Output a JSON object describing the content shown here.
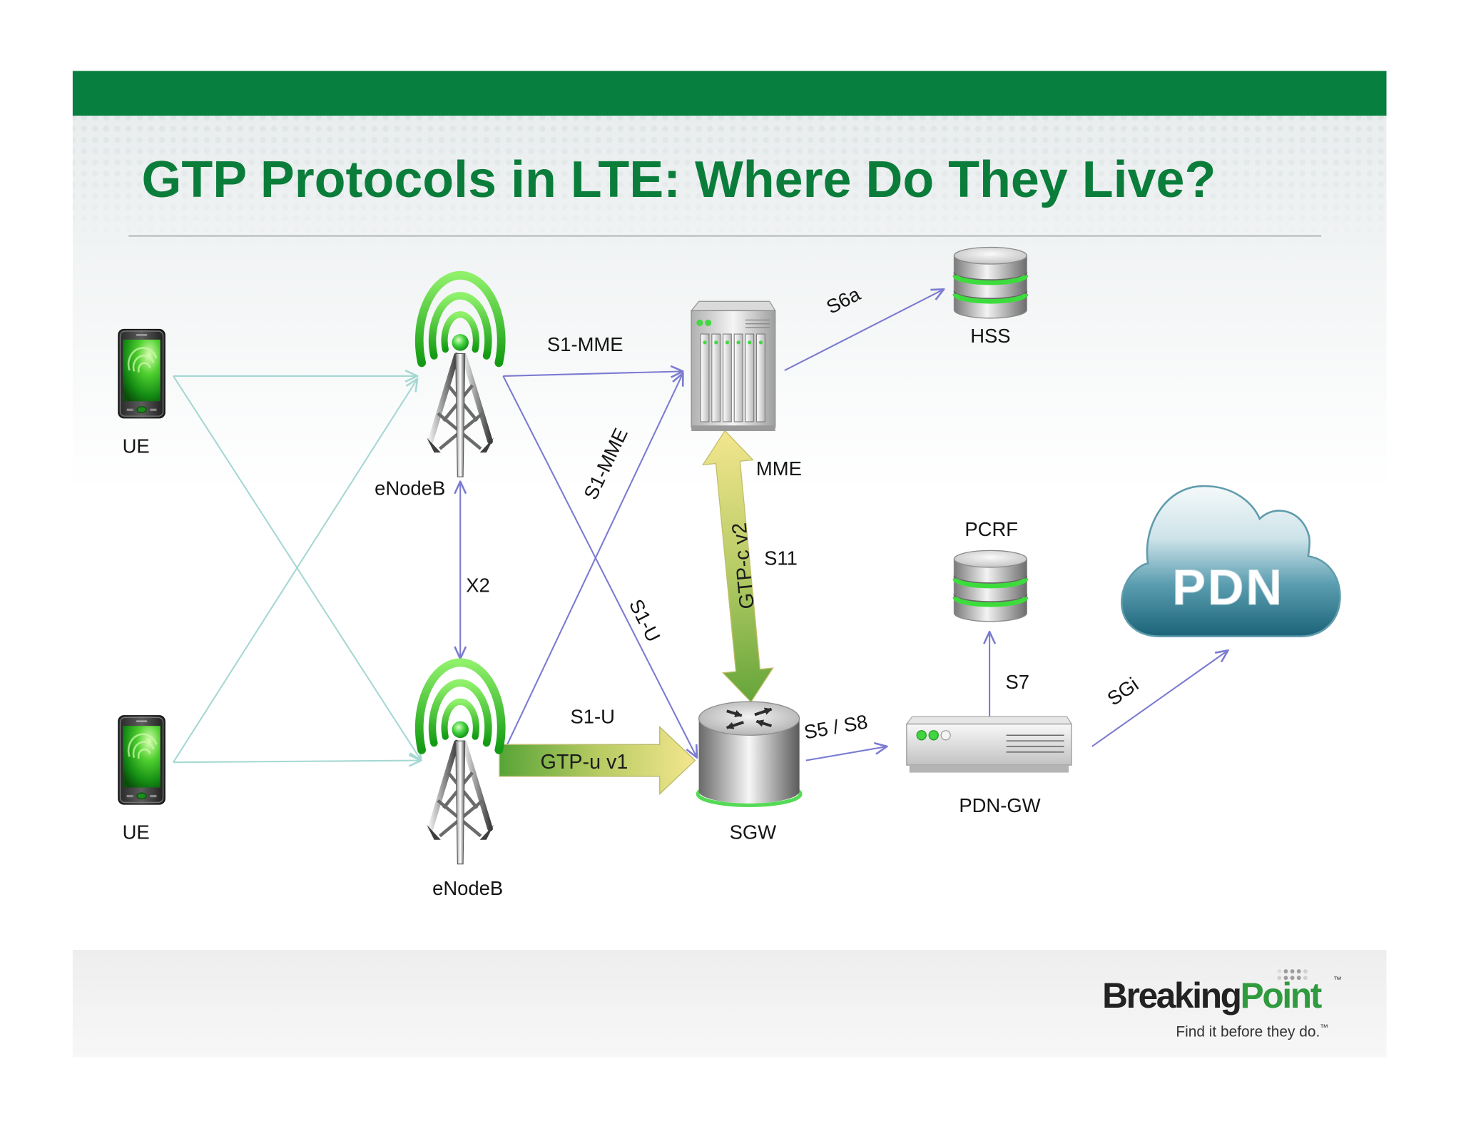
{
  "slide": {
    "title": "GTP Protocols in LTE: Where Do They Live?"
  },
  "nodes": {
    "ue_top": "UE",
    "ue_bottom": "UE",
    "enodeb_top": "eNodeB",
    "enodeb_bottom": "eNodeB",
    "mme": "MME",
    "hss": "HSS",
    "pcrf": "PCRF",
    "sgw": "SGW",
    "pdn_gw": "PDN-GW",
    "pdn": "PDN"
  },
  "interfaces": {
    "s1_mme_top": "S1-MME",
    "s1_mme_cross": "S1-MME",
    "s1_u_cross": "S1-U",
    "s1_u_bottom": "S1-U",
    "x2": "X2",
    "s11": "S11",
    "s6a": "S6a",
    "s5_s8": "S5 / S8",
    "s7": "S7",
    "sgi": "SGi"
  },
  "protocols": {
    "gtp_c": "GTP-c v2",
    "gtp_u": "GTP-u v1"
  },
  "logo": {
    "brand_part1": "Breaking",
    "brand_part2": "Point",
    "brand_trademark": "™",
    "tagline": "Find it before they do.",
    "tagline_trademark": "™"
  },
  "colors": {
    "header_green": "#067f3f",
    "title_green": "#0b7d3b",
    "interface_link": "#7b7bd2",
    "radio_link": "#a5d8d3",
    "brand_dark": "#222222",
    "brand_green": "#2f9a3e"
  }
}
